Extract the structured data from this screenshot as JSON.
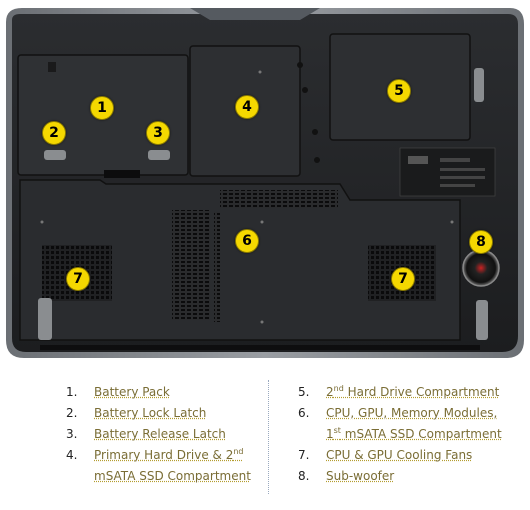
{
  "callouts": [
    "1",
    "2",
    "3",
    "4",
    "5",
    "6",
    "7",
    "7",
    "8"
  ],
  "legend": {
    "left": [
      {
        "num": "1.",
        "text": "Battery Pack"
      },
      {
        "num": "2.",
        "text": "Battery Lock Latch"
      },
      {
        "num": "3.",
        "text": "Battery Release Latch"
      },
      {
        "num": "4.",
        "pre": "Primary Hard Drive & 2",
        "sup": "nd",
        "line2": "mSATA SSD Compartment"
      }
    ],
    "right": [
      {
        "num": "5.",
        "pre": "2",
        "sup": "nd",
        "post": " Hard Drive Compartment"
      },
      {
        "num": "6.",
        "text": "CPU, GPU, Memory Modules,",
        "pre2": "1",
        "sup2": "st",
        "post2": " mSATA SSD Compartment"
      },
      {
        "num": "7.",
        "text": "CPU & GPU Cooling Fans"
      },
      {
        "num": "8.",
        "text": "Sub-woofer"
      }
    ]
  },
  "label_colors": {
    "link": "#7a6d35",
    "callout": "#f5d800"
  }
}
